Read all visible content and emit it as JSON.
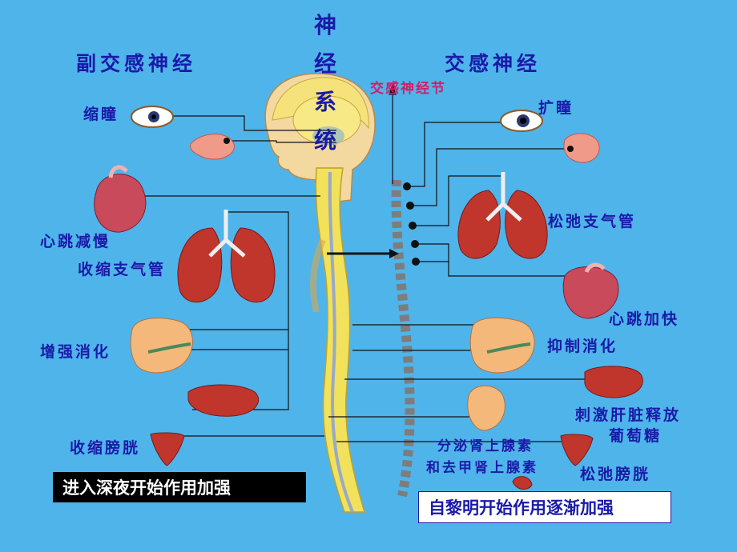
{
  "headings": {
    "parasympathetic": "副交感神经",
    "sympathetic": "交感神经",
    "nervous_system": [
      "神",
      "经",
      "系",
      "统"
    ],
    "ganglion": "交感神经节"
  },
  "parasympathetic_effects": {
    "pupil": "缩瞳",
    "heart": "心跳减慢",
    "bronchi": "收缩支气管",
    "digestion": "增强消化",
    "bladder": "收缩膀胱"
  },
  "sympathetic_effects": {
    "pupil": "扩瞳",
    "bronchi": "松弛支气管",
    "heart": "心跳加快",
    "digestion": "抑制消化",
    "liver_line1": "刺激肝脏释放",
    "liver_line2": "葡萄糖",
    "adrenal_line1": "分泌肾上腺素",
    "adrenal_line2": "和去甲肾上腺素",
    "bladder": "松弛膀胱"
  },
  "notes": {
    "night": "进入深夜开始作用加强",
    "dawn": "自黎明开始作用逐渐加强"
  },
  "colors": {
    "background": "#4fb4ea",
    "label_text": "#1a1aa8",
    "ganglion_text": "#d81b6a",
    "spinal_cord": "#f2e15a",
    "lung": "#c0352c",
    "heart": "#c94a5a"
  }
}
